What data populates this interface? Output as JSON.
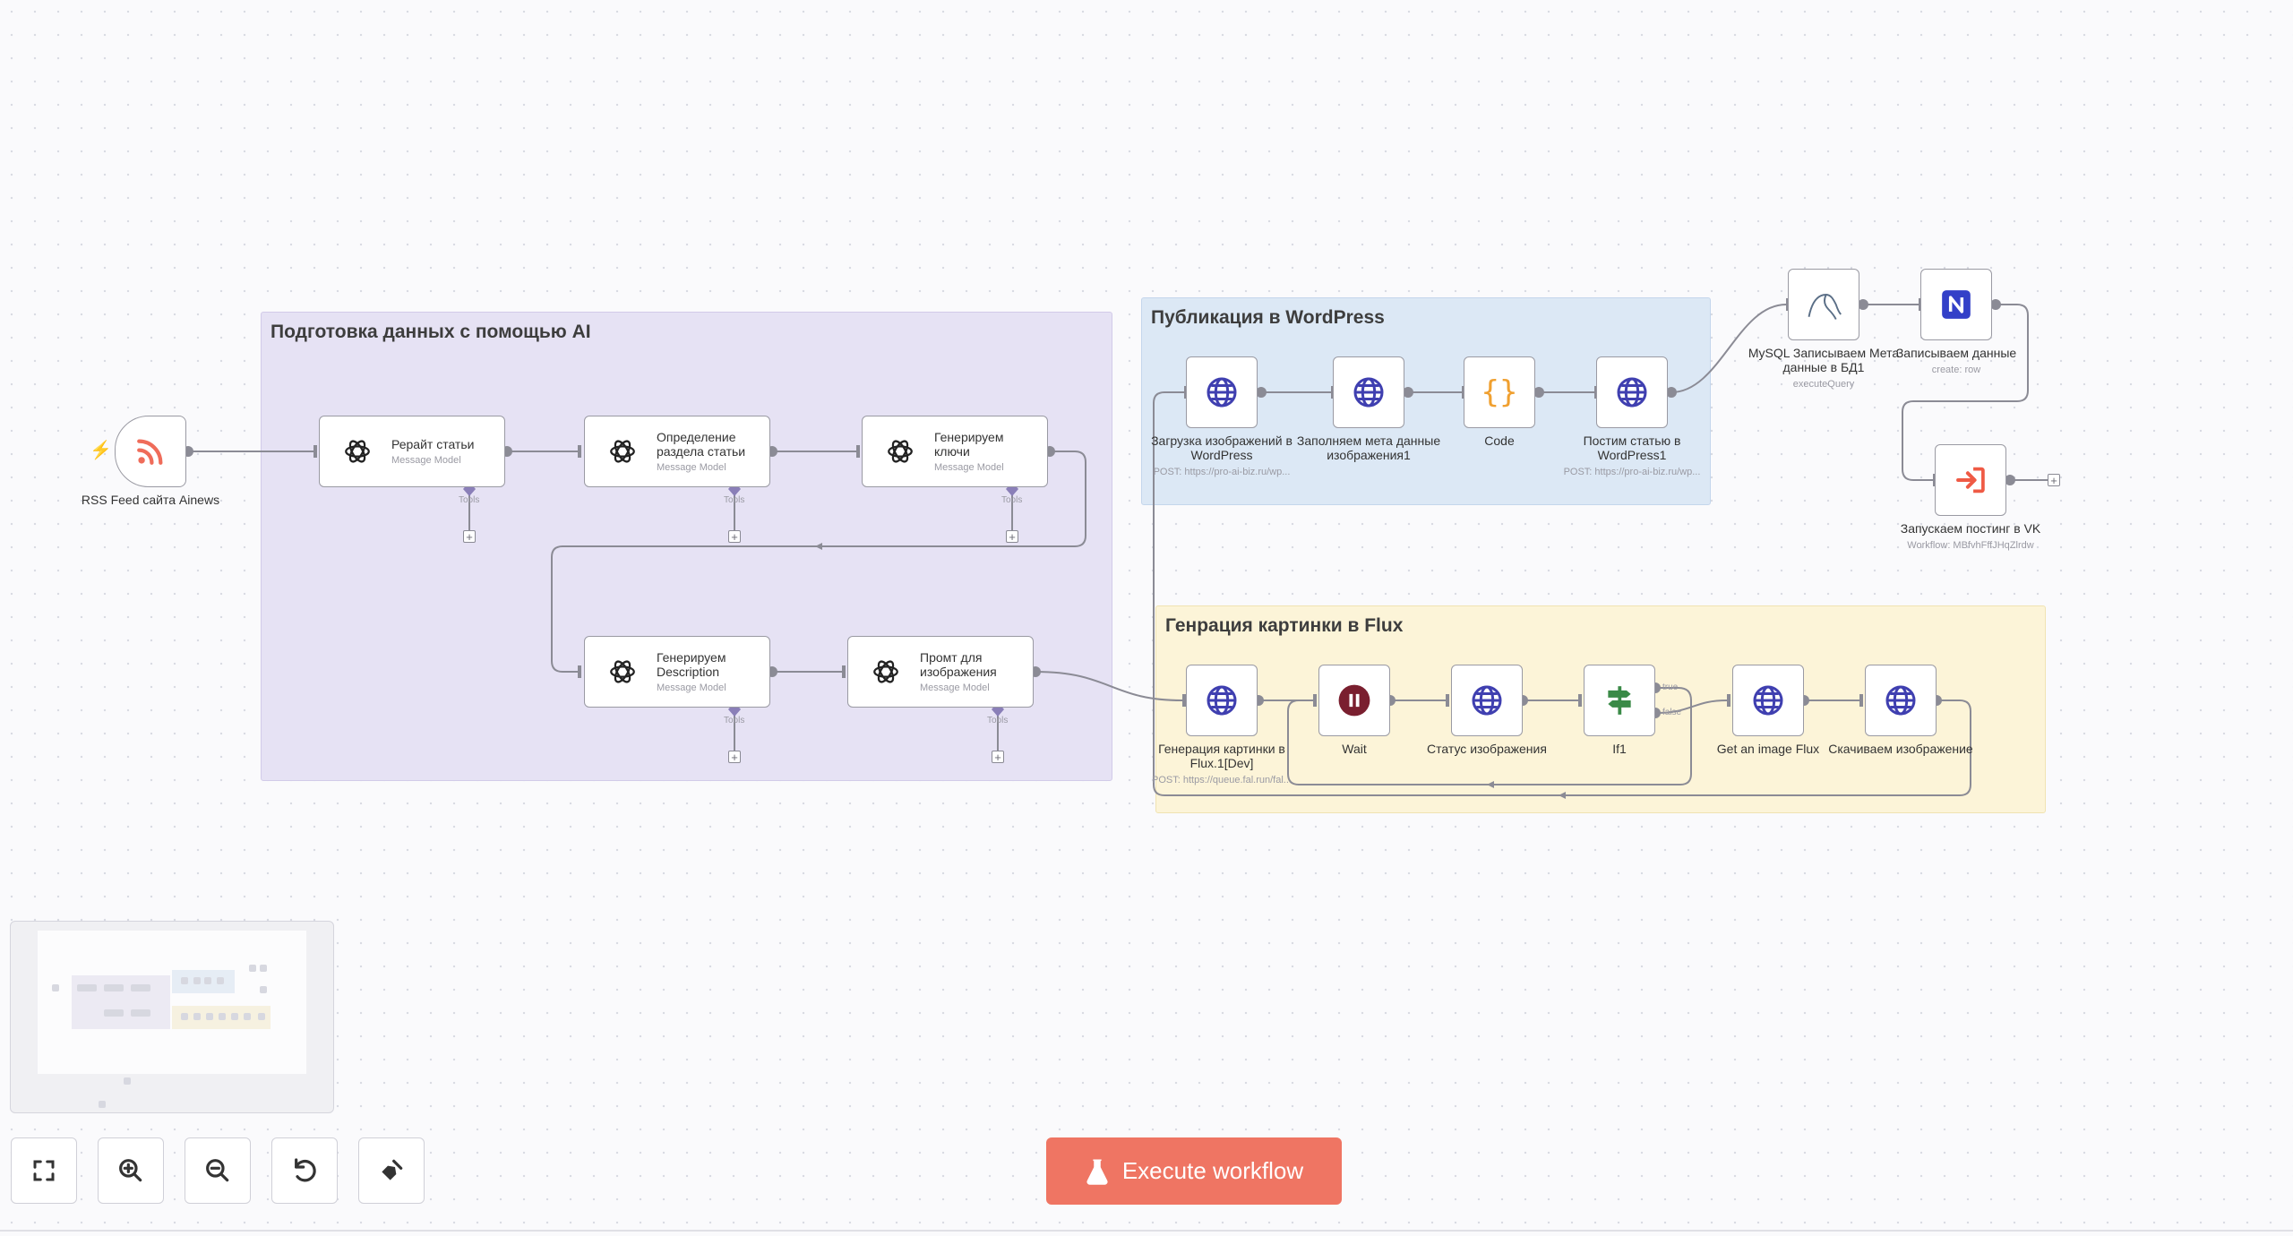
{
  "groups": {
    "ai": "Подготовка данных с помощью AI",
    "wordpress": "Публикация в WordPress",
    "flux": "Генрация картинки в Flux"
  },
  "nodes": {
    "rss": {
      "title": "RSS Feed сайта Ainews"
    },
    "rewrite": {
      "title": "Рерайт статьи",
      "subtitle": "Message Model"
    },
    "section": {
      "title": "Определение раздела статьи",
      "subtitle": "Message Model"
    },
    "keys": {
      "title": "Генерируем ключи",
      "subtitle": "Message Model"
    },
    "description": {
      "title": "Генерируем Description",
      "subtitle": "Message Model"
    },
    "prompt": {
      "title": "Промт для изображения",
      "subtitle": "Message Model"
    },
    "upload_images": {
      "title": "Загрузка изображений в WordPress",
      "subtitle": "POST: https://pro-ai-biz.ru/wp..."
    },
    "fill_meta": {
      "title": "Заполняем мета данные изображения1"
    },
    "code": {
      "title": "Code"
    },
    "post_article": {
      "title": "Постим статью в WordPress1",
      "subtitle": "POST: https://pro-ai-biz.ru/wp..."
    },
    "mysql": {
      "title": "MySQL Записываем Мета данные в БД1",
      "subtitle": "executeQuery"
    },
    "notion": {
      "title": "Записываем данные",
      "subtitle": "create: row"
    },
    "vk": {
      "title": "Запускаем постинг в VK",
      "subtitle": "Workflow: MBfvhFffJHqZlrdw"
    },
    "flux_gen": {
      "title": "Генерация картинки в Flux.1[Dev]",
      "subtitle": "POST: https://queue.fal.run/fal..."
    },
    "wait": {
      "title": "Wait"
    },
    "image_status": {
      "title": "Статус изображения"
    },
    "if1": {
      "title": "If1",
      "true_label": "true",
      "false_label": "false"
    },
    "get_image": {
      "title": "Get an image Flux"
    },
    "download_image": {
      "title": "Скачиваем изображение"
    }
  },
  "tools_label": "Tools",
  "execute_button": "Execute workflow",
  "colors": {
    "accent": "#ef7563",
    "openai": "#222222",
    "http": "#3f3fb0",
    "code": "#f0a030",
    "wait": "#7a1f2f",
    "if": "#3a8a47",
    "notion": "#3340c8",
    "execute": "#ef5a45"
  }
}
